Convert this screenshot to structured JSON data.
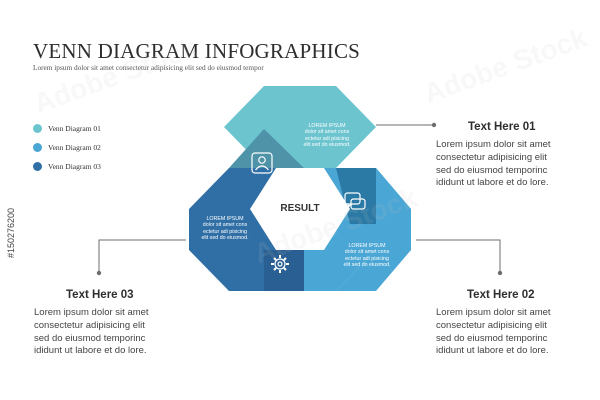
{
  "header": {
    "title": "VENN DIAGRAM INFOGRAPHICS",
    "subtitle": "Lorem ipsum dolor sit amet consectetur adipisicing elit sed do eiusmod tempor"
  },
  "legend": [
    {
      "label": "Venn Diagram 01",
      "color": "#6cc4cf"
    },
    {
      "label": "Venn Diagram 02",
      "color": "#4aa6d4"
    },
    {
      "label": "Venn Diagram 03",
      "color": "#2f6fa6"
    }
  ],
  "diagram": {
    "center_label": "RESULT",
    "segments": [
      {
        "text": "LOREM IPSUM\ndolor sit amet cons\nectetur adi pisicing\nelit sed do eiusmod.",
        "color": "#6cc4cf",
        "icon": "user-icon"
      },
      {
        "text": "LOREM IPSUM\ndolor sit amet cons\nectetur adi pisicing\nelit sed do eiusmod.",
        "color": "#4aa6d4",
        "icon": "chat-bubbles-icon"
      },
      {
        "text": "LOREM IPSUM\ndolor sit amet cons\nectetur adi pisicing\nelit sed do eiusmod.",
        "color": "#2f6fa6",
        "icon": "gear-icon"
      }
    ]
  },
  "blocks": [
    {
      "title": "Text Here 01",
      "body": "Lorem ipsum dolor sit amet\nconsectetur adipisicing elit\nsed do eiusmod temporinc\nididunt ut labore et do lore."
    },
    {
      "title": "Text Here 02",
      "body": "Lorem ipsum dolor sit amet\nconsectetur adipisicing elit\nsed do eiusmod temporinc\nididunt ut labore et do lore."
    },
    {
      "title": "Text Here 03",
      "body": "Lorem ipsum dolor sit amet\nconsectetur adipisicing elit\nsed do eiusmod temporinc\nididunt ut labore et do lore."
    }
  ],
  "watermark": {
    "brand": "Adobe Stock",
    "credit": "#150276200"
  }
}
